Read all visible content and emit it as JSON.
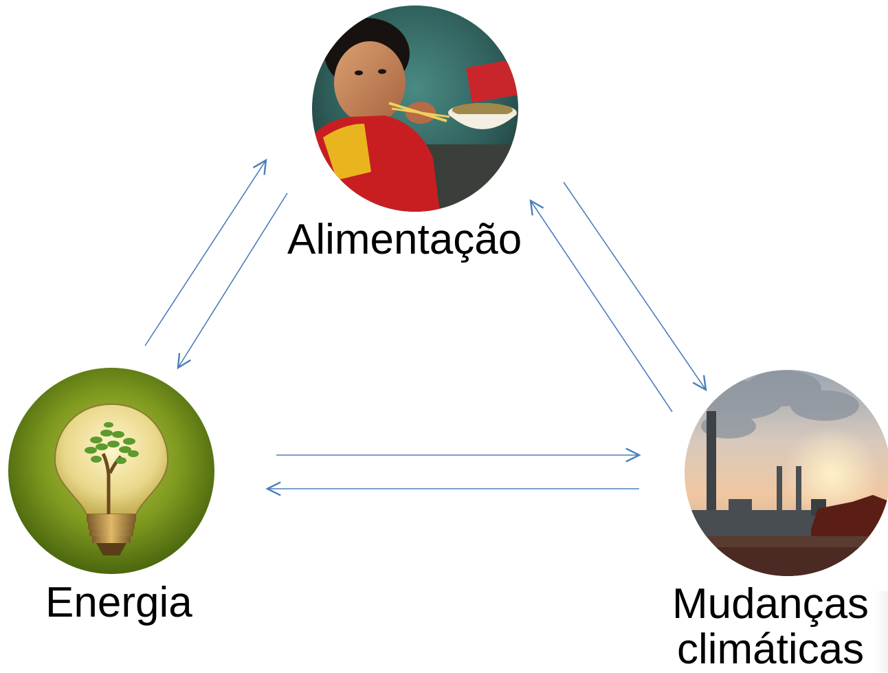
{
  "nodes": {
    "food": {
      "label": "Alimentação",
      "image": "child-eating-with-chopsticks"
    },
    "energy": {
      "label": "Energia",
      "image": "lightbulb-with-tree"
    },
    "climate": {
      "label_line1": "Mudanças",
      "label_line2": "climáticas",
      "image": "industrial-smokestacks-sunset"
    }
  },
  "connections": [
    {
      "from": "Energia",
      "to": "Alimentação"
    },
    {
      "from": "Alimentação",
      "to": "Energia"
    },
    {
      "from": "Alimentação",
      "to": "Mudanças climáticas"
    },
    {
      "from": "Mudanças climáticas",
      "to": "Alimentação"
    },
    {
      "from": "Energia",
      "to": "Mudanças climáticas"
    },
    {
      "from": "Mudanças climáticas",
      "to": "Energia"
    }
  ],
  "colors": {
    "arrow": "#4a7ebb",
    "text": "#000000",
    "background": "#ffffff"
  }
}
